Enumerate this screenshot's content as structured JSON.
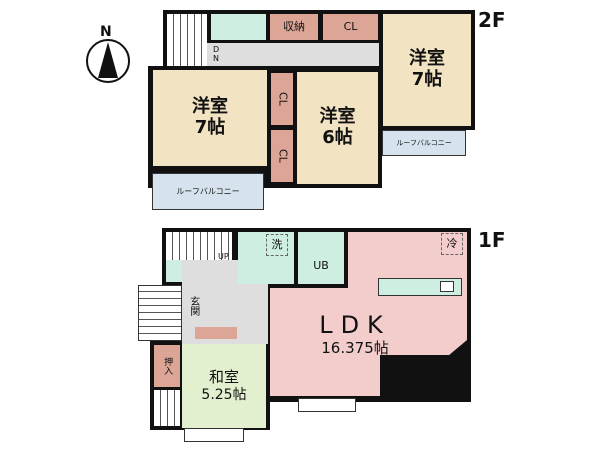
{
  "compass": {
    "label": "N"
  },
  "floors": {
    "second": {
      "label": "2F",
      "rooms": {
        "storage": "収納",
        "closet_top": "CL",
        "down": "DN",
        "western_left": {
          "name": "洋室",
          "size": "7帖"
        },
        "western_mid": {
          "name": "洋室",
          "size": "6帖"
        },
        "western_right": {
          "name": "洋室",
          "size": "7帖"
        },
        "closet_a": "CL",
        "closet_b": "CL",
        "roof_balcony_left": "ルーフバルコニー",
        "roof_balcony_right": "ルーフバルコニー"
      }
    },
    "first": {
      "label": "1F",
      "rooms": {
        "up": "UP",
        "wash": "洗",
        "unit_bath": "UB",
        "fridge": "冷",
        "entrance": "玄関",
        "ldk": {
          "name": "LDK",
          "size": "16.375帖"
        },
        "closet": "押入",
        "japanese": {
          "name": "和室",
          "size": "5.25帖"
        }
      }
    }
  }
}
